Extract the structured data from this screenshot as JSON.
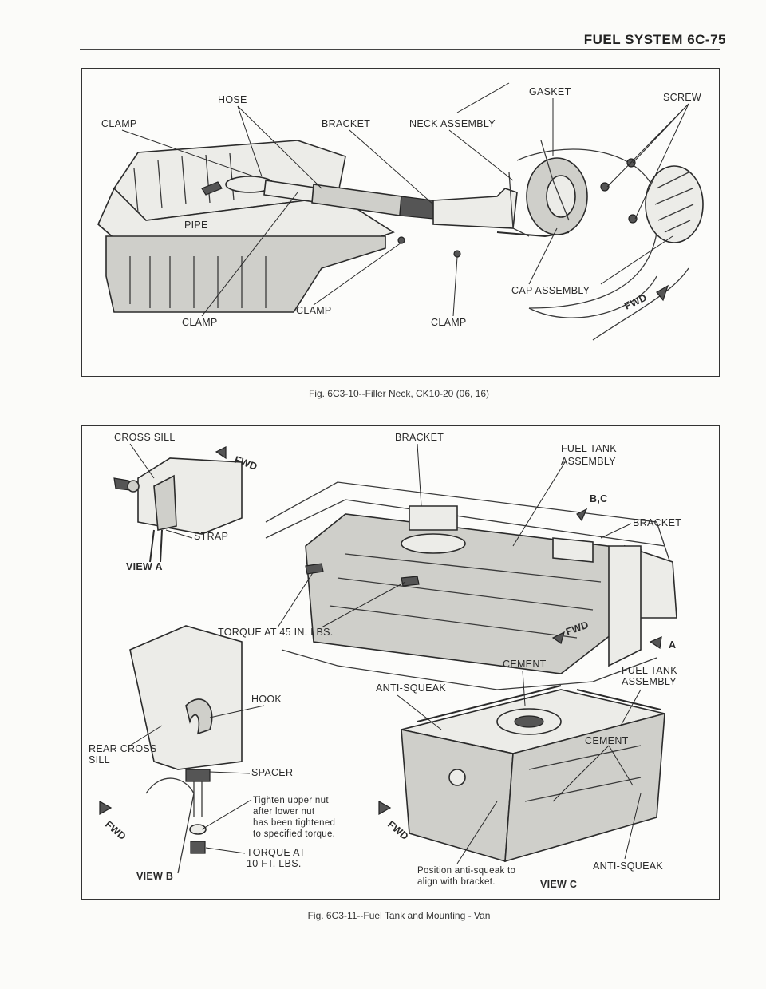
{
  "page_header": "FUEL SYSTEM   6C-75",
  "figure1": {
    "caption": "Fig. 6C3-10--Filler Neck, CK10-20 (06, 16)",
    "labels": {
      "hose": "HOSE",
      "clamp_top": "CLAMP",
      "bracket": "BRACKET",
      "neck_assembly": "NECK ASSEMBLY",
      "gasket": "GASKET",
      "screw": "SCREW",
      "pipe": "PIPE",
      "clamp_left": "CLAMP",
      "clamp_mid": "CLAMP",
      "clamp_right": "CLAMP",
      "cap_assembly": "CAP ASSEMBLY",
      "fwd": "FWD"
    }
  },
  "figure2": {
    "caption": "Fig. 6C3-11--Fuel Tank and Mounting - Van",
    "labels": {
      "cross_sill": "CROSS SILL",
      "fwd_a": "FWD",
      "strap": "STRAP",
      "view_a": "VIEW A",
      "bracket_top": "BRACKET",
      "fuel_tank_assembly_top_1": "FUEL TANK",
      "fuel_tank_assembly_top_2": "ASSEMBLY",
      "bc": "B,C",
      "bracket_right": "BRACKET",
      "torque_45": "TORQUE AT 45 IN. LBS.",
      "fwd_main": "FWD",
      "a": "A",
      "cement_top": "CEMENT",
      "fuel_tank_assembly_right_1": "FUEL TANK",
      "fuel_tank_assembly_right_2": "ASSEMBLY",
      "anti_squeak_top": "ANTI-SQUEAK",
      "hook": "HOOK",
      "rear_cross_sill_1": "REAR CROSS",
      "rear_cross_sill_2": "SILL",
      "spacer": "SPACER",
      "tighten_1": "Tighten upper nut",
      "tighten_2": "after lower nut",
      "tighten_3": "has been tightened",
      "tighten_4": "to specified torque.",
      "torque_10_1": "TORQUE AT",
      "torque_10_2": "10 FT. LBS.",
      "view_b": "VIEW B",
      "fwd_b": "FWD",
      "cement_inner": "CEMENT",
      "fwd_c": "FWD",
      "position_1": "Position anti-squeak to",
      "position_2": "align with bracket.",
      "anti_squeak_bottom": "ANTI-SQUEAK",
      "view_c": "VIEW C"
    }
  }
}
